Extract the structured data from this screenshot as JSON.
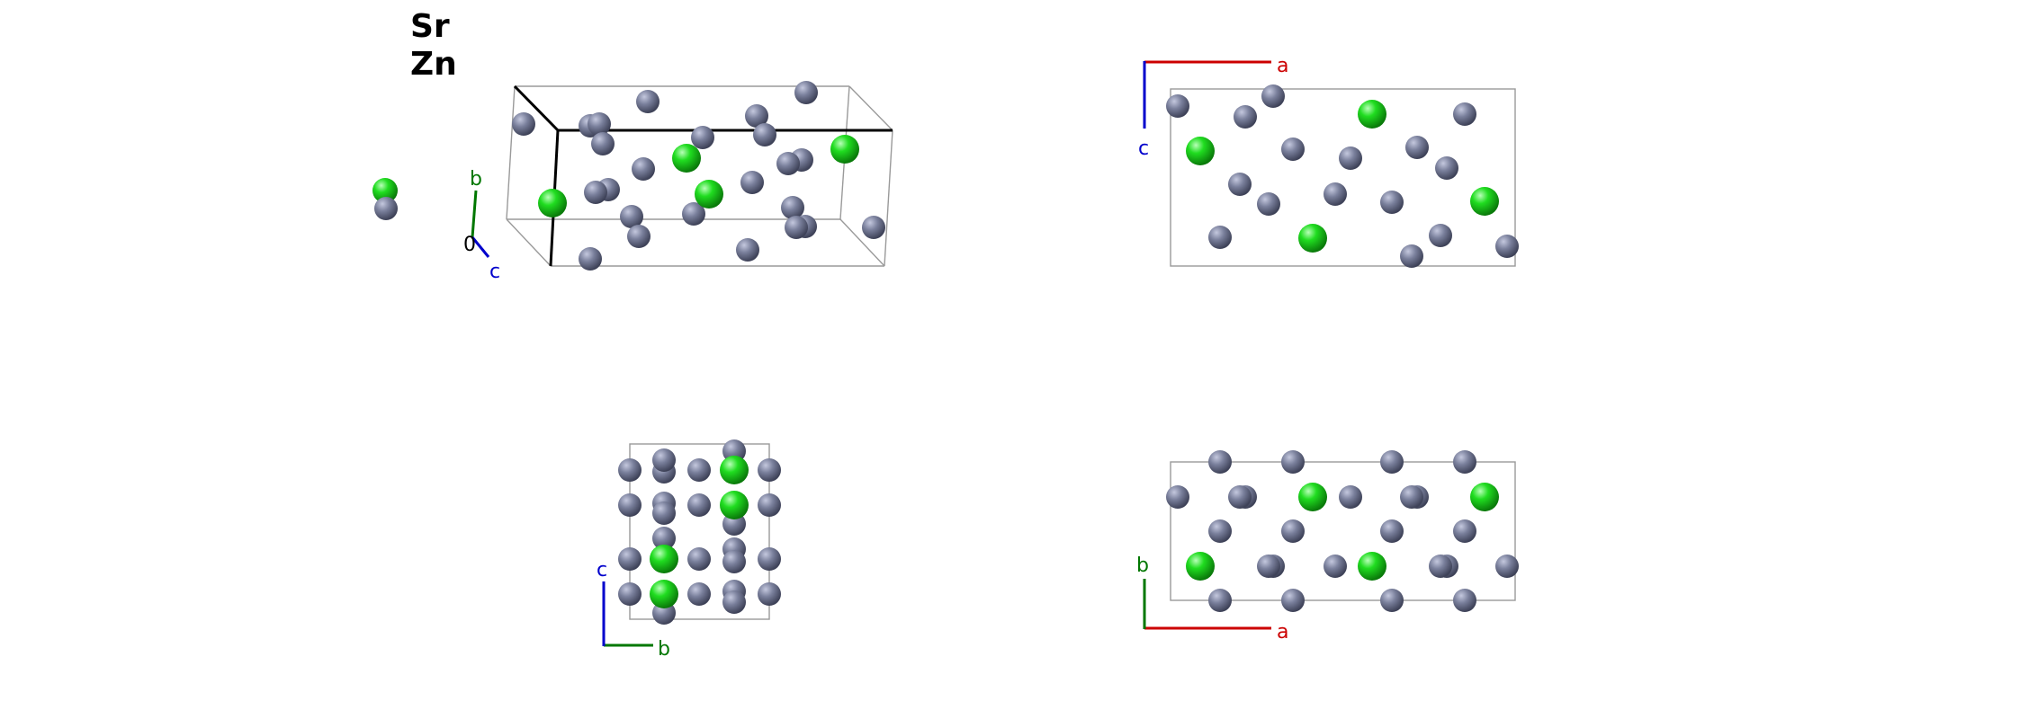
{
  "legend": {
    "species": [
      "Sr",
      "Zn"
    ]
  },
  "axis_labels": {
    "a": "a",
    "b": "b",
    "c": "c",
    "origin": "0"
  },
  "colors": {
    "Sr": "#22dd22",
    "Zn": "#777d99",
    "a_axis": "#cc0000",
    "b_axis": "#007700",
    "c_axis": "#0000cc",
    "cell": "#9a9a9a"
  }
}
